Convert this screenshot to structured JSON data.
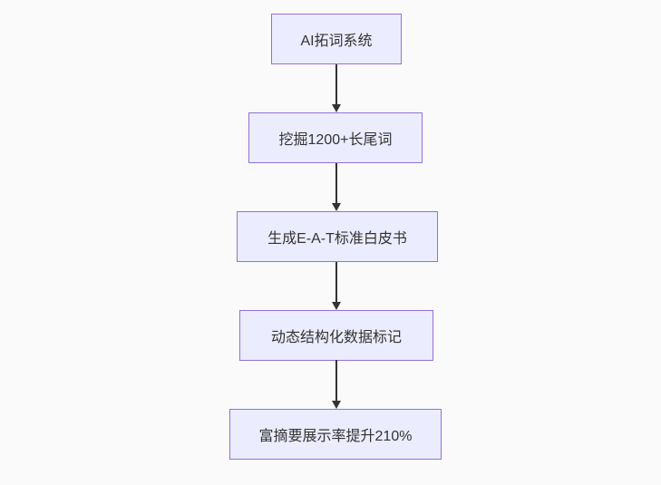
{
  "diagram": {
    "type": "flowchart-vertical",
    "colors": {
      "background": "#fafafa",
      "node_fill": "#ECECFF",
      "node_border": "#9370DB",
      "text": "#333333",
      "arrow": "#333333"
    },
    "nodes": [
      {
        "id": "A",
        "label": "AI拓词系统"
      },
      {
        "id": "B",
        "label": "挖掘1200+长尾词"
      },
      {
        "id": "C",
        "label": "生成E-A-T标准白皮书"
      },
      {
        "id": "D",
        "label": "动态结构化数据标记"
      },
      {
        "id": "E",
        "label": "富摘要展示率提升210%"
      }
    ],
    "edges": [
      {
        "from": "A",
        "to": "B"
      },
      {
        "from": "B",
        "to": "C"
      },
      {
        "from": "C",
        "to": "D"
      },
      {
        "from": "D",
        "to": "E"
      }
    ]
  }
}
